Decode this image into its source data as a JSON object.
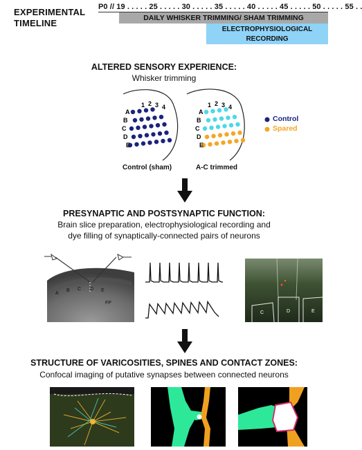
{
  "timeline": {
    "title_line1": "EXPERIMENTAL",
    "title_line2": "TIMELINE",
    "axis": "P0 // 19 . . . . . 25 . . . . . 30 . . . . . 35 . . . . . 40 . . . . . 45 . . . . . 50 . . . . . 55 . .",
    "trimming_bar": "DAILY WHISKER TRIMMING/ SHAM TRIMMING",
    "recording_bar_line1": "ELECTROPHYSIOLOGICAL",
    "recording_bar_line2": "RECORDING"
  },
  "section1": {
    "title": "ALTERED SENSORY EXPERIENCE:",
    "subtitle": "Whisker trimming",
    "columns": [
      "1",
      "2",
      "3",
      "4"
    ],
    "rows": [
      "A",
      "B",
      "C",
      "D",
      "E"
    ],
    "label_control": "Control (sham)",
    "label_trimmed": "A-C trimmed",
    "legend_control": "Control",
    "legend_spared": "Spared"
  },
  "section2": {
    "title": "PRESYNAPTIC AND POSTSYNAPTIC FUNCTION:",
    "subtitle_line1": "Brain slice preparation, electrophysiological recording and",
    "subtitle_line2": "dye filling of synaptically-connected pairs of neurons",
    "slice_labels": [
      "A",
      "B",
      "C",
      "D",
      "E"
    ],
    "slice_fp": "FP",
    "panel_labels": [
      "C",
      "D",
      "E"
    ]
  },
  "section3": {
    "title": "STRUCTURE OF VARICOSITIES, SPINES AND CONTACT ZONES:",
    "subtitle": "Confocal imaging of putative synapses between connected neurons"
  },
  "colors": {
    "control": "#1a237e",
    "spared": "#f5a623",
    "trimmed": "#4dd8e8",
    "trimming_bar": "#a8a8a8",
    "recording_bar": "#8fd3f7",
    "green": "#2ee89a",
    "orange": "#f0a020"
  },
  "icons": {
    "arrow": "down-arrow-icon",
    "electrode": "electrode-icon"
  }
}
